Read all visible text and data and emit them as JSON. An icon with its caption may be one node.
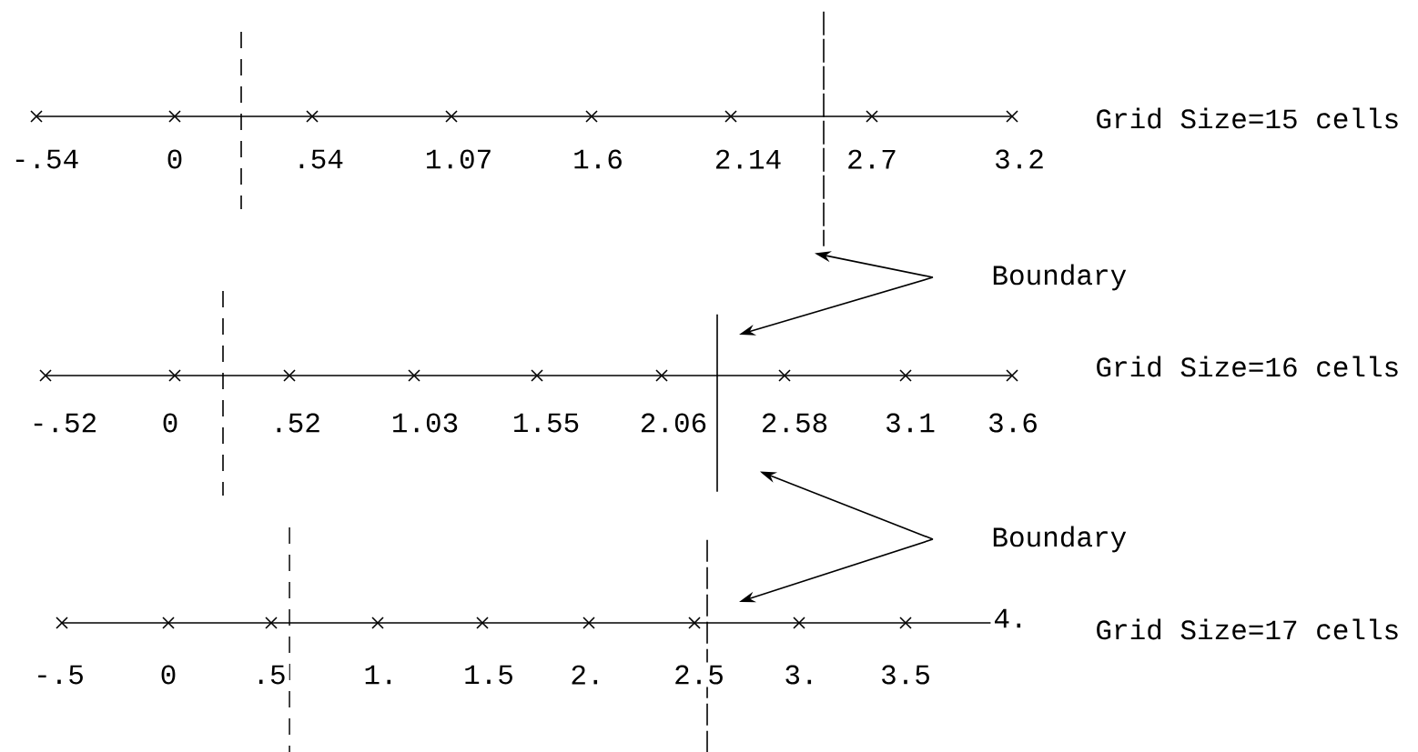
{
  "diagram": {
    "nodes": [
      {
        "text": [],
        "shape": "line"
      },
      {
        "text": [
          "Boundary"
        ]
      },
      {
        "text": [],
        "shape": "line"
      },
      {
        "text": [
          "Boundary"
        ]
      },
      {
        "text": [],
        "shape": "line"
      }
    ],
    "edges": [
      {
        "from": 1,
        "to": 0,
        "arrow": "to"
      },
      {
        "from": 1,
        "to": 2,
        "arrow": "to"
      },
      {
        "from": 3,
        "to": 2,
        "arrow": "to"
      },
      {
        "from": 3,
        "to": 4,
        "arrow": "to"
      }
    ],
    "labels": [
      "Grid Size=15 cells",
      "-.54",
      "0",
      ".54",
      "1.07",
      "1.6",
      "2.14",
      "2.7",
      "3.2",
      "Grid Size=16 cells",
      "-.52",
      "0",
      ".52",
      "1.03",
      "1.55",
      "2.06",
      "2.58",
      "3.1",
      "3.6",
      "Grid Size=17 cells",
      "-.5",
      "0",
      ".5",
      "1.",
      "1.5",
      "2.",
      "2.5",
      "3.",
      "3.5",
      "4."
    ]
  }
}
